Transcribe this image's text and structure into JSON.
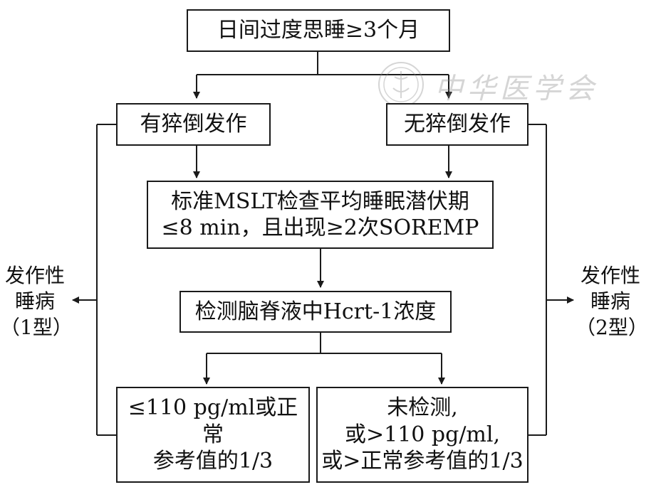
{
  "nodes": {
    "top": "日间过度思睡≥3个月",
    "left_cat": "有猝倒发作",
    "right_cat": "无猝倒发作",
    "mslt": [
      "标准MSLT检查平均睡眠潜伏期",
      "≤8 min，且出现≥2次SOREMP"
    ],
    "csf": "检测脑脊液中Hcrt-1浓度",
    "low": [
      "≤110 pg/ml或正常",
      "参考值的1/3"
    ],
    "other": [
      "未检测,",
      "或>110 pg/ml,",
      "或>正常参考值的1/3"
    ]
  },
  "outcomes": {
    "left": [
      "发作性",
      "睡病",
      "（1型）"
    ],
    "right": [
      "发作性",
      "睡病",
      "（2型）"
    ]
  },
  "watermark": {
    "text": "中华医学会"
  }
}
